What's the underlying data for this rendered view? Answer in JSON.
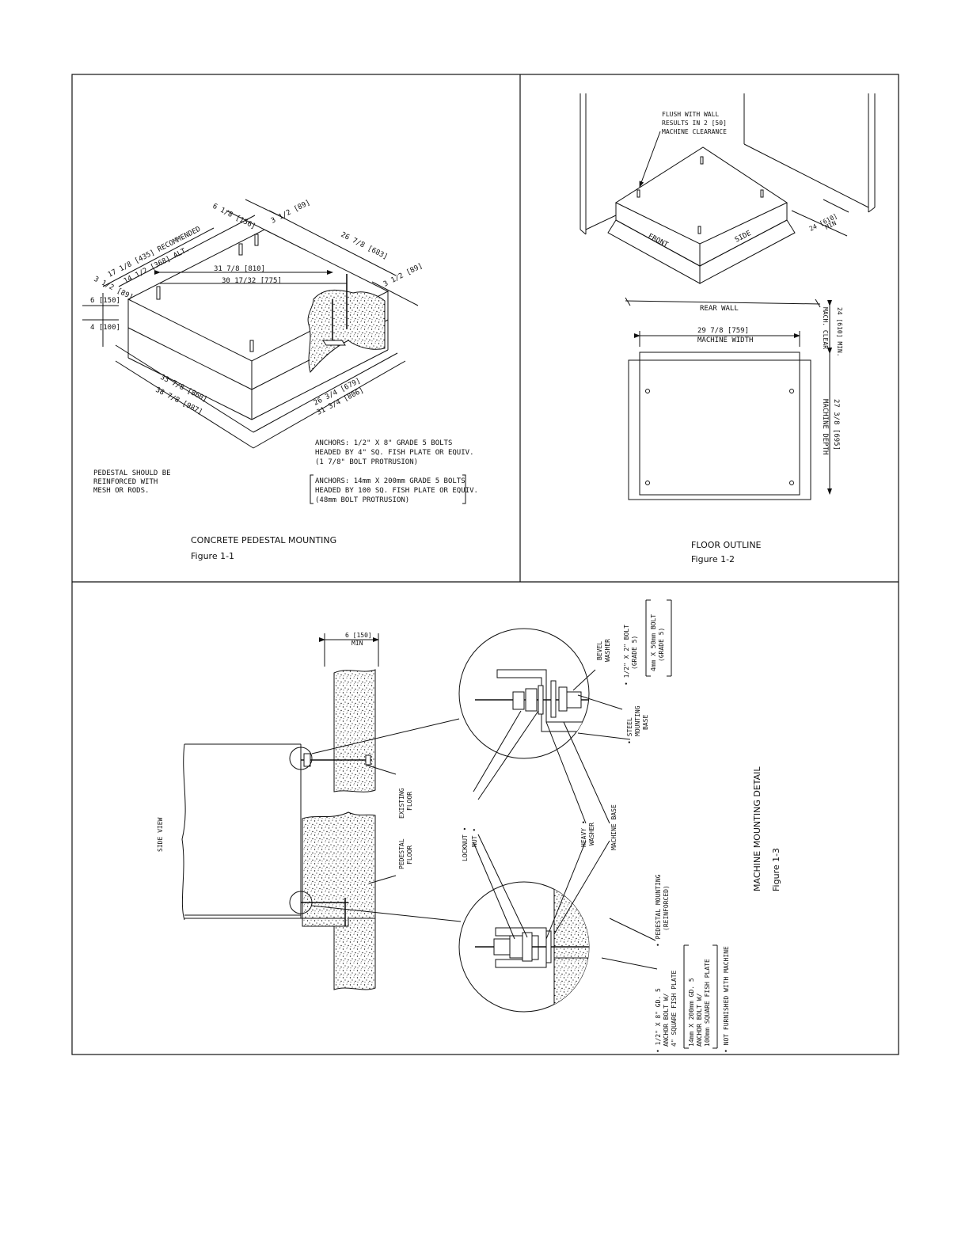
{
  "fig1": {
    "dims": {
      "d_6_1_8": "6 1/8 [156]",
      "d_3_1_2_top": "3 1/2 [89]",
      "d_26_7_8": "26 7/8 [683]",
      "d_17_1_8": "17 1/8 [435] RECOMMENDED",
      "d_14_1_2": "14 1/2 [368] ALT.",
      "d_3_1_2_left": "3 1/2 [89]",
      "d_31_7_8": "31 7/8 [810]",
      "d_30_17_32": "30 17/32 [775]",
      "d_3_1_2_right": "3 1/2 [89]",
      "d_6": "6 [150]",
      "d_4": "4 [100]",
      "d_33_7_8": "33 7/8 [860]",
      "d_38_7_8": "38 7/8 [987]",
      "d_26_3_4": "26 3/4 [679]",
      "d_31_3_4": "31 3/4 [806]"
    },
    "anchors_imperial": [
      "ANCHORS: 1/2\" X 8\" GRADE 5 BOLTS",
      "HEADED BY 4\" SQ. FISH PLATE OR EQUIV.",
      "(1 7/8\" BOLT PROTRUSION)"
    ],
    "anchors_metric": [
      "ANCHORS: 14mm  X 200mm GRADE 5 BOLTS",
      "HEADED BY 100 SQ. FISH PLATE OR EQUIV.",
      "(48mm BOLT PROTRUSION)"
    ],
    "note": [
      "PEDESTAL SHOULD BE",
      "REINFORCED WITH",
      "MESH OR RODS."
    ],
    "title": "CONCRETE PEDESTAL MOUNTING",
    "figure": "Figure 1-1"
  },
  "fig2": {
    "flush_note": [
      "FLUSH WITH WALL",
      "RESULTS IN 2 [50]",
      "MACHINE CLEARANCE"
    ],
    "front": "FRONT",
    "side": "SIDE",
    "min_24": [
      "24 [610]",
      "MIN"
    ],
    "rear_wall": "REAR WALL",
    "mach_clear": [
      "24 [610] MIN.",
      "MACH. CLEAR"
    ],
    "width": [
      "29 7/8 [759]",
      "MACHINE WIDTH"
    ],
    "depth": [
      "27 3/8 [695]",
      "MACHINE DEPTH"
    ],
    "title": "FLOOR OUTLINE",
    "figure": "Figure 1-2"
  },
  "fig3": {
    "min_6": [
      "6 [150]",
      "MIN"
    ],
    "side_view": "SIDE VIEW",
    "existing_floor": [
      "EXISTING",
      "FLOOR"
    ],
    "pedestal_floor": [
      "PEDESTAL",
      "FLOOR"
    ],
    "locknut": "LOCKNUT •",
    "nut": "NUT •",
    "heavy_washer": [
      "HEAVY •",
      "WASHER"
    ],
    "machine_base": "MACHINE BASE",
    "bevel_washer": [
      "BEVEL",
      "WASHER"
    ],
    "bolt_imperial": [
      "• 1/2\" X 2\" BOLT",
      "(GRADE 5)"
    ],
    "bolt_metric": [
      "4mm X 50mm BOLT",
      "(GRADE 5)"
    ],
    "steel_base": [
      "• STEEL",
      "MOUNTING",
      "BASE"
    ],
    "pedestal_mounting": [
      "• PEDESTAL MOUNTING",
      "(REINFORCED)"
    ],
    "anchor_imperial": [
      "• 1/2\" X 8\" GD. 5",
      "ANCHOR BOLT W/",
      "4\" SQUARE FISH PLATE"
    ],
    "anchor_metric": [
      "14mm X 200mm GD. 5",
      "ANCHOR BOLT W/",
      "100mm SQUARE FISH PLATE"
    ],
    "not_furnished": "• NOT FURNISHED WITH MACHINE",
    "title": "MACHINE MOUNTING DETAIL",
    "figure": "Figure 1-3"
  }
}
